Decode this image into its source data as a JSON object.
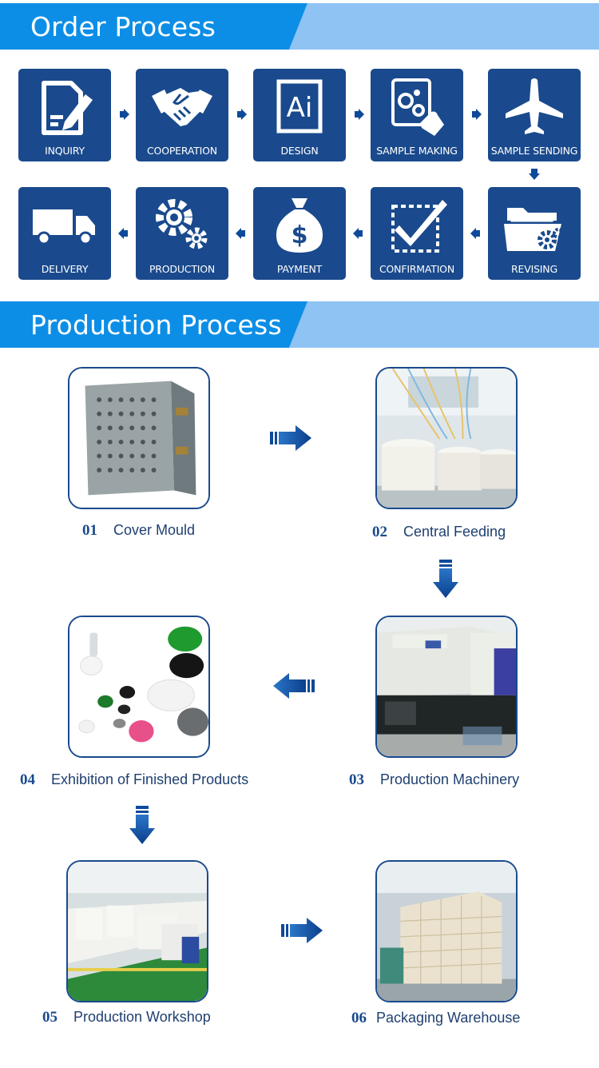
{
  "order_section": {
    "title": "Order Process",
    "steps": [
      {
        "label": "INQUIRY",
        "icon": "inquiry-icon"
      },
      {
        "label": "COOPERATION",
        "icon": "handshake-icon"
      },
      {
        "label": "DESIGN",
        "icon": "ai-design-icon"
      },
      {
        "label": "SAMPLE MAKING",
        "icon": "sample-making-icon"
      },
      {
        "label": "SAMPLE SENDING",
        "icon": "airplane-icon"
      },
      {
        "label": "REVISING",
        "icon": "folder-gear-icon"
      },
      {
        "label": "CONFIRMATION",
        "icon": "checkbox-icon"
      },
      {
        "label": "PAYMENT",
        "icon": "money-bag-icon"
      },
      {
        "label": "PRODUCTION",
        "icon": "gears-icon"
      },
      {
        "label": "DELIVERY",
        "icon": "truck-icon"
      }
    ],
    "design_glyph": "Ai",
    "payment_glyph": "$"
  },
  "production_section": {
    "title": "Production Process",
    "steps": [
      {
        "num": "01",
        "label": "Cover Mould"
      },
      {
        "num": "02",
        "label": "Central Feeding"
      },
      {
        "num": "03",
        "label": "Production Machinery"
      },
      {
        "num": "04",
        "label": "Exhibition of Finished Products"
      },
      {
        "num": "05",
        "label": "Production Workshop"
      },
      {
        "num": "06",
        "label": "Packaging Warehouse"
      }
    ]
  },
  "colors": {
    "tile": "#1a4a8d",
    "banner_dark": "#0d8ee6",
    "banner_light": "#8ec3f3",
    "arrow": "#0e4a9a"
  }
}
